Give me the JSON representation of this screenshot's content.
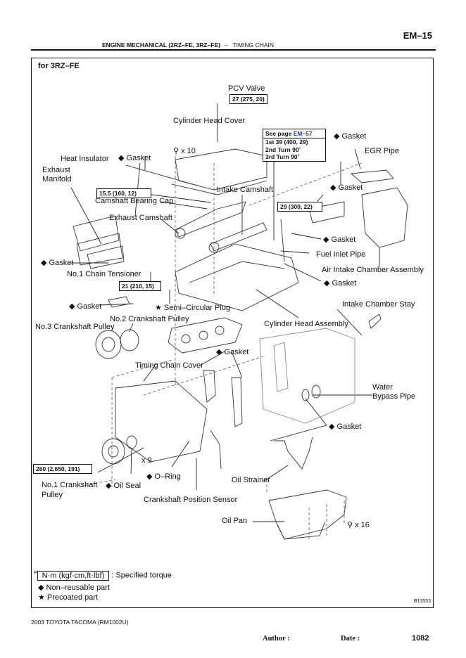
{
  "header": {
    "page_code": "EM–15",
    "section": "ENGINE MECHANICAL (2RZ–FE, 3RZ–FE)",
    "separator": "–",
    "subsection": "TIMING CHAIN"
  },
  "diagram": {
    "variant_label": "for 3RZ–FE",
    "figure_id": "B13553",
    "labels": {
      "pcv_valve": "PCV Valve",
      "cylinder_head_cover": "Cylinder Head Cover",
      "bolts_x10": "x 10",
      "heat_insulator": "Heat Insulator",
      "gasket_head_cover": "◆ Gasket",
      "exhaust_manifold_line1": "Exhaust",
      "exhaust_manifold_line2": "Manifold",
      "camshaft_bearing_cap": "Camshaft Bearing Cap",
      "intake_camshaft": "Intake Camshaft",
      "exhaust_camshaft": "Exhaust Camshaft",
      "gasket_egr": "◆ Gasket",
      "egr_pipe": "EGR Pipe",
      "gasket_intake_manifold": "◆ Gasket",
      "gasket_fuel_upper": "◆ Gasket",
      "fuel_inlet_pipe": "Fuel Inlet Pipe",
      "air_intake_chamber_assembly": "Air Intake Chamber Assembly",
      "gasket_fuel_lower": "◆ Gasket",
      "gasket_exhaust": "◆ Gasket",
      "no1_chain_tensioner": "No.1 Chain Tensioner",
      "gasket_tensioner": "◆ Gasket",
      "semi_circular_plug": "★ Semi–Circular Plug",
      "intake_chamber_stay": "Intake Chamber Stay",
      "no2_crankshaft_pulley": "No.2 Crankshaft Pulley",
      "no3_crankshaft_pulley": "No.3 Crankshaft Pulley",
      "cylinder_head_assembly": "Cylinder Head Assembly",
      "gasket_head": "◆ Gasket",
      "timing_chain_cover": "Timing Chain Cover",
      "water_bypass_pipe_line1": "Water",
      "water_bypass_pipe_line2": "Bypass Pipe",
      "gasket_water": "◆ Gasket",
      "bolts_x9": "x 9",
      "o_ring": "◆ O–Ring",
      "oil_strainer": "Oil Strainer",
      "no1_crankshaft_pulley_line1": "No.1 Crankshaft",
      "no1_crankshaft_pulley_line2": "Pulley",
      "oil_seal": "◆ Oil Seal",
      "crankshaft_position_sensor": "Crankshaft Position Sensor",
      "oil_pan": "Oil Pan",
      "bolts_x16": "x 16"
    },
    "torques": {
      "pcv_valve": "27 (275, 20)",
      "camshaft_bearing_cap": "15.5 (160, 12)",
      "fuel_inlet": "29 (300, 22)",
      "chain_tensioner": "21 (210, 15)",
      "crankshaft_pulley": "260 (2,650, 191)"
    },
    "head_bolt_spec": {
      "see_page_prefix": "See page ",
      "see_page_link": "EM–57",
      "steps": [
        "1st  39 (400, 29)",
        "2nd  Turn 90˚",
        "3rd  Turn 90˚"
      ]
    }
  },
  "legend": {
    "torque_unit_prefix": "P",
    "torque_unit": "N·m (kgf·cm,ft·lbf)",
    "torque_desc": ": Specified torque",
    "non_reusable": "◆ Non–reusable part",
    "precoated": "★ Precoated part"
  },
  "footer": {
    "model": "2003 TOYOTA TACOMA   (RM1002U)",
    "author_label": "Author :",
    "date_label": "Date :",
    "page_number": "1082"
  }
}
